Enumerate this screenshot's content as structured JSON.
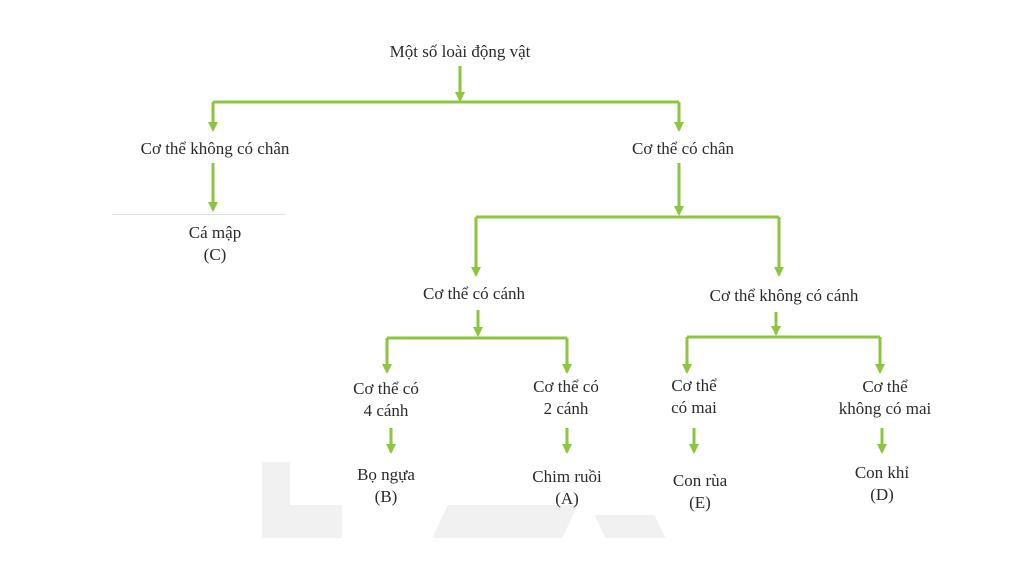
{
  "diagram": {
    "line_color": "#8cc63f",
    "nodes": {
      "root": [
        "Một số loài động vật"
      ],
      "no_legs": [
        "Cơ thể không có chân"
      ],
      "legs": [
        "Cơ thể có chân"
      ],
      "shark": [
        "Cá mập",
        "(C)"
      ],
      "wings": [
        "Cơ thể có cánh"
      ],
      "no_wings": [
        "Cơ thể không có cánh"
      ],
      "four_wings": [
        "Cơ thể có",
        "4 cánh"
      ],
      "two_wings": [
        "Cơ thể có",
        "2 cánh"
      ],
      "shell": [
        "Cơ thể",
        "có mai"
      ],
      "no_shell": [
        "Cơ thể",
        "không có mai"
      ],
      "mantis": [
        "Bọ ngựa",
        "(B)"
      ],
      "hummingbird": [
        "Chim ruồi",
        "(A)"
      ],
      "turtle": [
        "Con rùa",
        "(E)"
      ],
      "monkey": [
        "Con khỉ",
        "(D)"
      ]
    }
  }
}
